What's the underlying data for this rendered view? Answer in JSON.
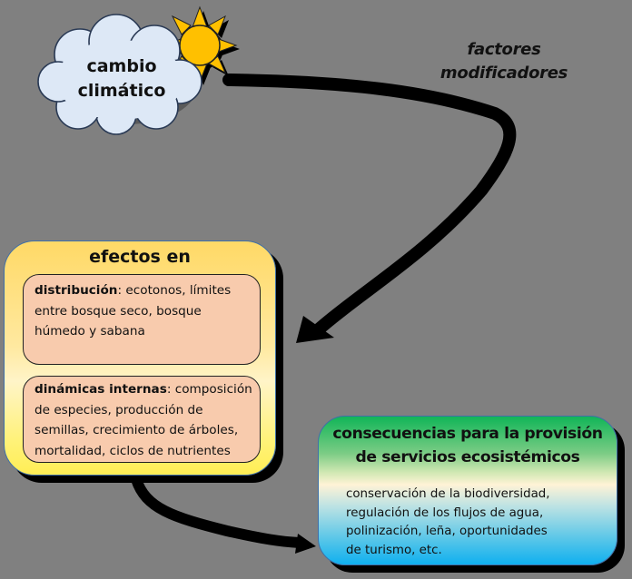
{
  "diagram": {
    "background_color": "#808080",
    "driver": {
      "icon": "cloud-with-sun",
      "label_line1": "cambio",
      "label_line2": "climático",
      "cloud_color": "#dde8f6",
      "sun_color": "#ffc000"
    },
    "connector_label": {
      "line1": "factores",
      "line2": "modificadores"
    },
    "effects": {
      "title": "efectos en",
      "items": [
        {
          "term": "distribución",
          "separator": ":",
          "description": " ecotonos, límites entre bosque seco, bosque húmedo y sabana"
        },
        {
          "term": "dinámicas internas",
          "separator": ":",
          "description": " composición de especies, producción de semillas, crecimiento de árboles, mortalidad, ciclos de nutrientes"
        }
      ],
      "box_color_top": "#ffd966",
      "box_color_bottom": "#ffee55",
      "item_color": "#f8cbad"
    },
    "consequences": {
      "title_line1": "consecuencias para la provisión",
      "title_line2": "de servicios ecosistémicos",
      "body_lines": [
        "conservación de la biodiversidad,",
        "regulación de los flujos de agua,",
        "polinización, leña, oportunidades",
        "de turismo, etc."
      ],
      "gradient_top": "#11b558",
      "gradient_mid": "#fff3d6",
      "gradient_bottom": "#0fb0ef"
    },
    "arrows": [
      {
        "from": "cambio climático",
        "to": "efectos en",
        "label": "factores modificadores"
      },
      {
        "from": "efectos en",
        "to": "consecuencias para la provisión de servicios ecosistémicos"
      }
    ]
  }
}
